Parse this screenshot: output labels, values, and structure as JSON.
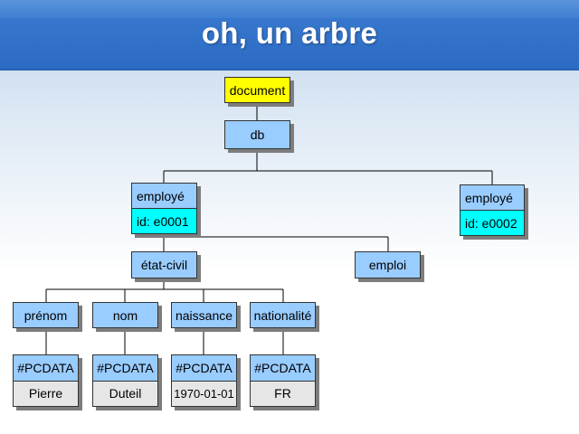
{
  "title": "oh, un arbre",
  "tree": {
    "document": "document",
    "db": "db",
    "employe1": {
      "label": "employé",
      "attr": "id: e0001"
    },
    "employe2": {
      "label": "employé",
      "attr": "id: e0002"
    },
    "etat_civil": "état-civil",
    "emploi": "emploi",
    "prenom": {
      "label": "prénom",
      "type": "#PCDATA",
      "value": "Pierre"
    },
    "nom": {
      "label": "nom",
      "type": "#PCDATA",
      "value": "Duteil"
    },
    "naissance": {
      "label": "naissance",
      "type": "#PCDATA",
      "value": "1970-01-01"
    },
    "nationalite": {
      "label": "nationalité",
      "type": "#PCDATA",
      "value": "FR"
    }
  },
  "colors": {
    "node": "#99ccff",
    "root": "#ffff00",
    "attribute": "#00ffff",
    "value": "#e6e6e6",
    "header": "#2c6bc4"
  }
}
